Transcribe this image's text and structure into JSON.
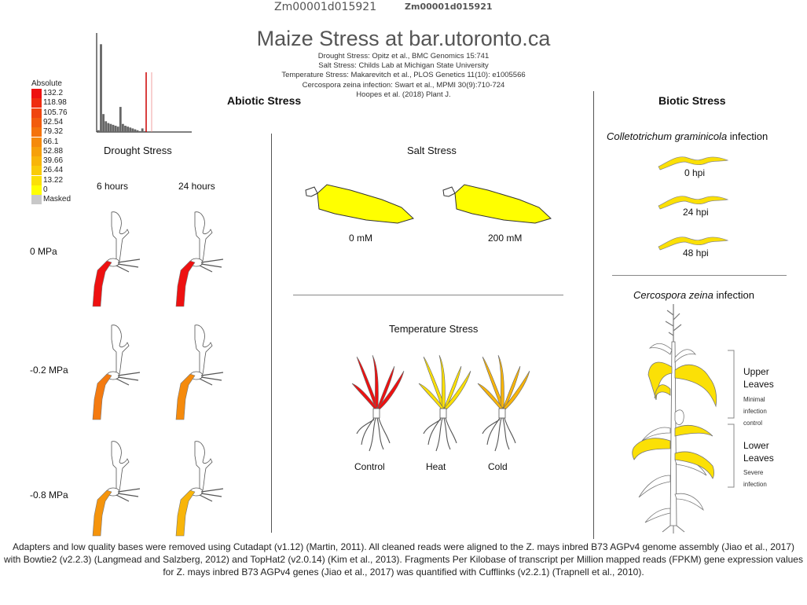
{
  "header": {
    "gene_id_large": "Zm00001d015921",
    "gene_id_small": "Zm00001d015921",
    "title": "Maize Stress at bar.utoronto.ca",
    "citations": [
      "Drought Stress: Opitz et al., BMC Genomics 15:741",
      "Salt Stress:  Childs Lab at Michigan State University",
      "Temperature Stress: Makarevitch et al., PLOS Genetics 11(10): e1005566",
      "Cercospora zeina infection: Swart et al., MPMI 30(9):710-724",
      "Hoopes et al. (2018) Plant J."
    ]
  },
  "legend": {
    "title": "Absolute",
    "entries": [
      {
        "label": "132.2",
        "color": "#ee1111"
      },
      {
        "label": "118.98",
        "color": "#ef2c10"
      },
      {
        "label": "105.76",
        "color": "#f0450f"
      },
      {
        "label": "92.54",
        "color": "#f25c0e"
      },
      {
        "label": "79.32",
        "color": "#f4730d"
      },
      {
        "label": "66.1",
        "color": "#f58a0c"
      },
      {
        "label": "52.88",
        "color": "#f6a00b"
      },
      {
        "label": "39.66",
        "color": "#f8b50a"
      },
      {
        "label": "26.44",
        "color": "#f9cb09"
      },
      {
        "label": "13.22",
        "color": "#fbe006"
      },
      {
        "label": "0",
        "color": "#ffff00"
      },
      {
        "label": "Masked",
        "color": "#c8c8c8"
      }
    ]
  },
  "sections": {
    "abiotic": "Abiotic Stress",
    "biotic": "Biotic Stress"
  },
  "drought": {
    "title": "Drought Stress",
    "time_6": "6 hours",
    "time_24": "24 hours",
    "rows": [
      {
        "label": "0 MPa",
        "color_6h": "#ee1111",
        "color_24h": "#ee1111"
      },
      {
        "label": "-0.2 MPa",
        "color_6h": "#f47a10",
        "color_24h": "#f58a0c"
      },
      {
        "label": "-0.8 MPa",
        "color_6h": "#f5940c",
        "color_24h": "#f8b50a"
      }
    ]
  },
  "salt": {
    "title": "Salt Stress",
    "samples": [
      {
        "label": "0 mM",
        "color": "#ffff00"
      },
      {
        "label": "200 mM",
        "color": "#ffff00"
      }
    ]
  },
  "temperature": {
    "title": "Temperature Stress",
    "samples": [
      {
        "label": "Control",
        "color": "#ee1111"
      },
      {
        "label": "Heat",
        "color": "#fbe006"
      },
      {
        "label": "Cold",
        "color": "#f8b50a"
      }
    ]
  },
  "colletotrichum": {
    "title_italic": "Colletotrichum graminicola",
    "title_rest": " infection",
    "samples": [
      {
        "label": "0 hpi",
        "color": "#fbe006"
      },
      {
        "label": "24 hpi",
        "color": "#fbe006"
      },
      {
        "label": "48 hpi",
        "color": "#fbe006"
      }
    ]
  },
  "cercospora": {
    "title_italic": "Cercospora zeina",
    "title_rest": " infection",
    "upper": "Upper\nLeaves",
    "upper_line1": "Upper",
    "upper_line2": "Leaves",
    "upper_note1": "Minimal",
    "upper_note2": "infection",
    "control_note": "control",
    "lower_line1": "Lower",
    "lower_line2": "Leaves",
    "lower_note1": "Severe",
    "lower_note2": "infection",
    "upper_color": "#fbe006",
    "lower_color": "#fbe006"
  },
  "histogram": {
    "bars": [
      2,
      98,
      20,
      12,
      10,
      9,
      8,
      7,
      6,
      28,
      9,
      7,
      6,
      5,
      4,
      3,
      2,
      1,
      4,
      1
    ],
    "red_line_color": "#cc0000"
  },
  "footer": {
    "text": "Adapters and low quality bases were removed using Cutadapt (v1.12) (Martin, 2011). All cleaned reads were aligned to the Z. mays inbred B73 AGPv4 genome assembly (Jiao et al., 2017) with Bowtie2 (v2.2.3) (Langmead and Salzberg, 2012) and TopHat2 (v2.0.14) (Kim et al., 2013). Fragments Per Kilobase of transcript per Million mapped reads (FPKM) gene expression values for Z. mays inbred B73 AGPv4 genes (Jiao et al., 2017) was quantified with Cufflinks (v2.2.1) (Trapnell et al., 2010)."
  }
}
